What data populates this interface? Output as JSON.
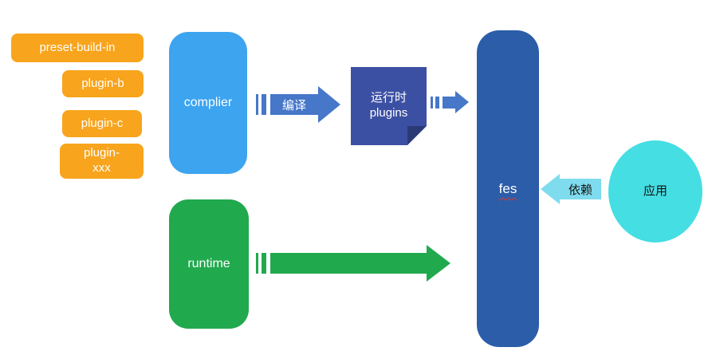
{
  "background": "#FFFFFF",
  "plugin_tags": {
    "color": "#F8A41C",
    "items": [
      {
        "label": "preset-build-in"
      },
      {
        "label": "plugin-b"
      },
      {
        "label": "plugin-c"
      },
      {
        "label": "plugin-\nxxx"
      }
    ]
  },
  "nodes": {
    "complier": {
      "label": "complier",
      "color": "#3DA4F0"
    },
    "runtime": {
      "label": "runtime",
      "color": "#21A94E"
    },
    "runtime_plugins": {
      "label": "运行时\nplugins",
      "color": "#3C50A3"
    },
    "fes": {
      "label": "fes",
      "color": "#2C5DA9",
      "underline_color": "#DC3A2A"
    },
    "app": {
      "label": "应用",
      "color": "#45DEE3"
    }
  },
  "arrows": {
    "compile": {
      "label": "编译",
      "color": "#4677C8"
    },
    "plugins_to_fes": {
      "label": "",
      "color": "#4677C8"
    },
    "runtime_to_fes": {
      "label": "",
      "color": "#21A94E"
    },
    "depend": {
      "label": "依赖",
      "color": "#7FDCEE"
    }
  }
}
